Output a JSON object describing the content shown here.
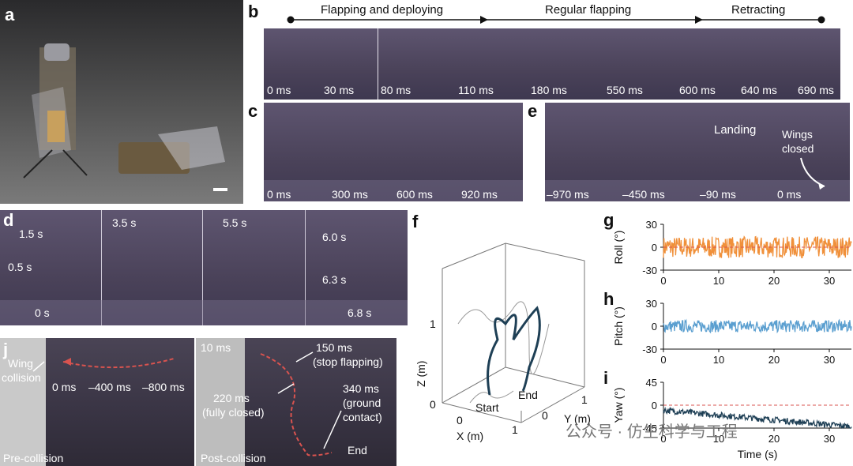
{
  "panels": {
    "a": {
      "letter": "a"
    },
    "b": {
      "letter": "b",
      "phases": [
        "Flapping and deploying",
        "Regular flapping",
        "Retracting"
      ],
      "frames": [
        "0 ms",
        "30 ms",
        "80 ms",
        "110 ms",
        "180 ms",
        "550 ms",
        "600 ms",
        "640 ms",
        "690 ms"
      ]
    },
    "c": {
      "letter": "c",
      "frames": [
        "0 ms",
        "300 ms",
        "600 ms",
        "920 ms"
      ]
    },
    "e": {
      "letter": "e",
      "frames": [
        "–970 ms",
        "–450 ms",
        "–90 ms",
        "0 ms"
      ],
      "landing": "Landing",
      "wings_closed_1": "Wings",
      "wings_closed_2": "closed"
    },
    "d": {
      "letter": "d",
      "times": [
        "1.5 s",
        "0.5 s",
        "0 s",
        "3.5 s",
        "5.5 s",
        "6.0 s",
        "6.3 s",
        "6.8 s"
      ]
    },
    "f": {
      "letter": "f",
      "zlabel": "Z (m)",
      "xlabel": "X (m)",
      "ylabel": "Y (m)",
      "start": "Start",
      "end": "End",
      "ticks": {
        "z1": "1",
        "z0": "0",
        "x0": "0",
        "x1": "1",
        "y0": "0",
        "y1": "1"
      }
    },
    "j": {
      "letter": "j",
      "pre": {
        "wing_collision_1": "Wing",
        "wing_collision_2": "collision",
        "t0": "0 ms",
        "t1": "–400 ms",
        "t2": "–800 ms",
        "caption": "Pre-collision"
      },
      "post": {
        "t10": "10 ms",
        "t150a": "150 ms",
        "t150b": "(stop flapping)",
        "t220a": "220 ms",
        "t220b": "(fully closed)",
        "t340a": "340 ms",
        "t340b": "(ground",
        "t340c": "contact)",
        "end": "End",
        "caption": "Post-collision"
      }
    },
    "g": {
      "letter": "g"
    },
    "h": {
      "letter": "h"
    },
    "i": {
      "letter": "i"
    }
  },
  "chart_data": [
    {
      "type": "line",
      "panel": "g",
      "ylabel": "Roll (°)",
      "yticks": [
        30,
        0,
        -30
      ],
      "ylim": [
        -30,
        30
      ],
      "xticks": [
        0,
        10,
        20,
        30
      ],
      "xlim": [
        0,
        34
      ],
      "color": "#f0903a",
      "reference": 0,
      "reference_color": "#d9534f",
      "series": [
        {
          "x_range": [
            0,
            34
          ],
          "mean": 0,
          "amplitude": 14
        }
      ]
    },
    {
      "type": "line",
      "panel": "h",
      "ylabel": "Pitch (°)",
      "yticks": [
        30,
        0,
        -30
      ],
      "ylim": [
        -30,
        30
      ],
      "xticks": [
        0,
        10,
        20,
        30
      ],
      "xlim": [
        0,
        34
      ],
      "color": "#5b9fd0",
      "series": [
        {
          "x_range": [
            0,
            34
          ],
          "mean": 0,
          "amplitude": 8
        }
      ]
    },
    {
      "type": "line",
      "panel": "i",
      "ylabel": "Yaw (°)",
      "yticks": [
        45,
        0,
        -45
      ],
      "ylim": [
        -45,
        45
      ],
      "xticks": [
        0,
        10,
        20,
        30
      ],
      "xlim": [
        0,
        34
      ],
      "xlabel": "Time (s)",
      "color": "#1e3f55",
      "reference": 0,
      "reference_color": "#d9534f",
      "series": [
        {
          "x_range": [
            0,
            34
          ],
          "start": -10,
          "end": -42,
          "amplitude": 6
        }
      ]
    }
  ],
  "watermark": "公众号 · 仿生科学与工程"
}
